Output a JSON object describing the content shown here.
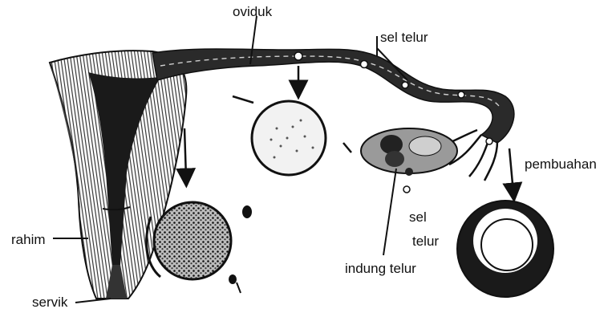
{
  "labels": {
    "oviduk": "oviduk",
    "sel_telur_top": "sel telur",
    "pembuahan": "pembuahan",
    "sel_telur_small_line1": "sel",
    "sel_telur_small_line2": "telur",
    "indung_telur": "indung telur",
    "rahim": "rahim",
    "servik": "servik"
  },
  "colors": {
    "ink": "#1a1a1a",
    "tissue": "#555555",
    "background": "#ffffff"
  }
}
